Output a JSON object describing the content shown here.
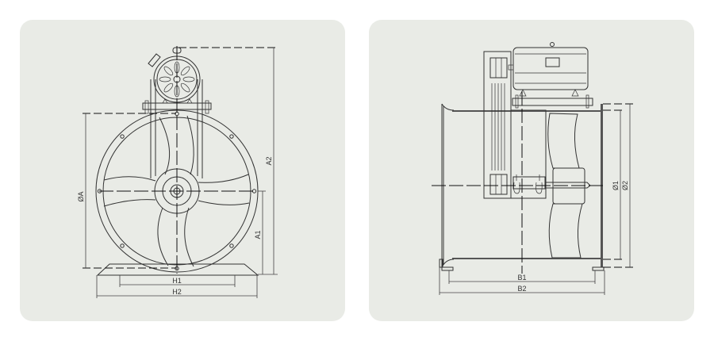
{
  "front_view": {
    "labels": {
      "diameter": "ØA",
      "a1": "A1",
      "a2": "A2",
      "h1": "H1",
      "h2": "H2"
    }
  },
  "side_view": {
    "labels": {
      "b1": "B1",
      "b2": "B2",
      "d1": "Ø1",
      "d2": "Ø2"
    }
  },
  "colors": {
    "panel": "#e9ebe6",
    "line": "#333333",
    "background": "#ffffff"
  }
}
